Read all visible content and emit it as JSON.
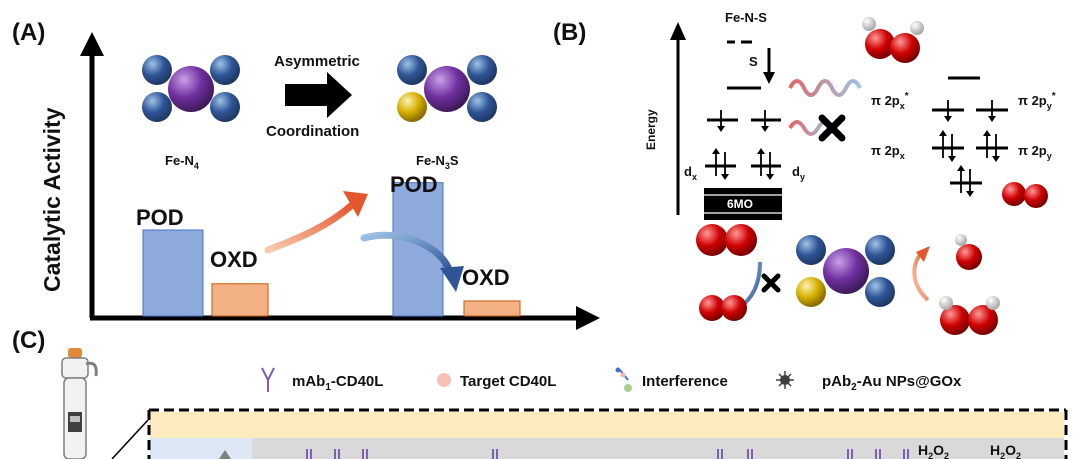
{
  "panels": {
    "a": "(A)",
    "b": "(B)",
    "c": "(C)"
  },
  "panel_a": {
    "y_axis_label": "Catalytic Activity",
    "arrow_top": "Asymmetric",
    "arrow_bottom": "Coordination",
    "left_site": {
      "prefix": "Fe-N",
      "sub": "4",
      "suffix": ""
    },
    "right_site": {
      "prefix": "Fe-N",
      "sub": "3",
      "suffix": "S"
    },
    "bars": [
      {
        "label": "POD",
        "value": 0.4,
        "color": "#8FAADC"
      },
      {
        "label": "OXD",
        "value": 0.15,
        "color": "#F4B183"
      },
      {
        "label": "POD",
        "value": 0.62,
        "color": "#8FAADC"
      },
      {
        "label": "OXD",
        "value": 0.07,
        "color": "#F4B183"
      }
    ]
  },
  "panel_b": {
    "energy_label": "Energy",
    "site_label": "Fe-N-S",
    "s_label": "S",
    "dx": {
      "base": "d",
      "sub": "x"
    },
    "dy": {
      "base": "d",
      "sub": "y"
    },
    "mo_label": "6MO",
    "pi_x_star": {
      "base": "π 2p",
      "sub": "x",
      "sup": "*"
    },
    "pi_y_star": {
      "base": "π 2p",
      "sub": "y",
      "sup": "*"
    },
    "pi_x": {
      "base": "π 2p",
      "sub": "x"
    },
    "pi_y": {
      "base": "π 2p",
      "sub": "y"
    }
  },
  "panel_c": {
    "legend": [
      {
        "pre": "mAb",
        "sub": "1",
        "post": "-CD40L"
      },
      {
        "pre": "Target CD40L",
        "sub": "",
        "post": ""
      },
      {
        "pre": "Interference",
        "sub": "",
        "post": ""
      },
      {
        "pre": "pAb",
        "sub": "2",
        "post": "-Au NPs@GOx"
      }
    ],
    "h2o2": [
      {
        "base": "H",
        "sub1": "2",
        "mid": "O",
        "sub2": "2"
      },
      {
        "base": "H",
        "sub1": "2",
        "mid": "O",
        "sub2": "2"
      }
    ]
  },
  "colors": {
    "atom_n": "#2F5597",
    "atom_fe": "#7030A0",
    "atom_s": "#BF9000",
    "atom_o": "#C00000",
    "bar_pod": "#8FAADC",
    "bar_oxd": "#F4B183",
    "band_top": "#FCEBBE",
    "band_surface": "#D9D9D9"
  }
}
